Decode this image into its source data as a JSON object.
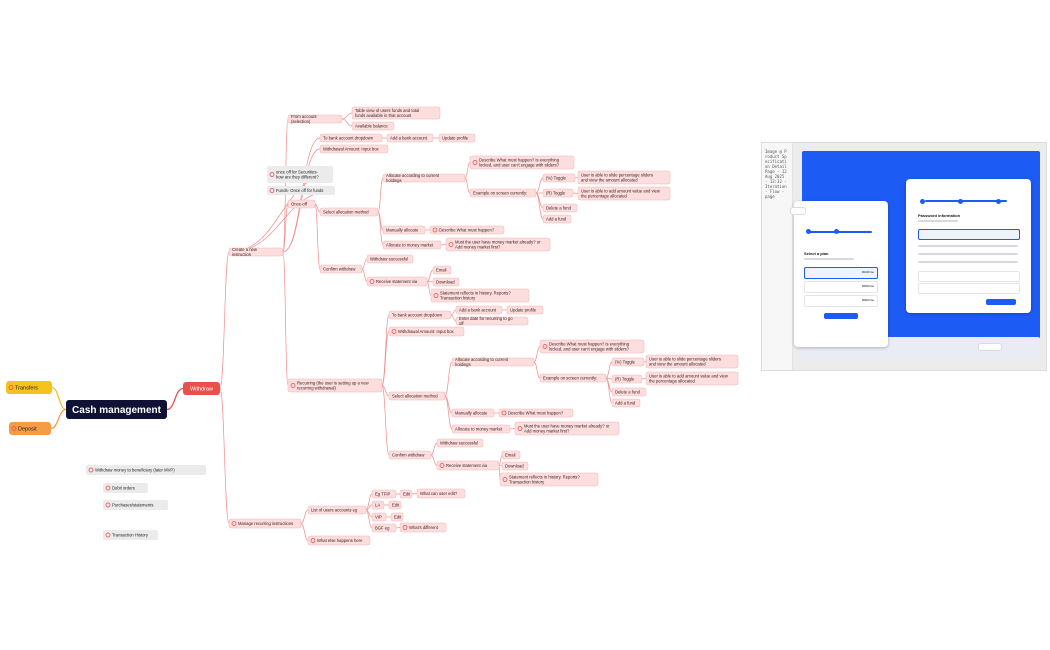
{
  "colors": {
    "pink_fill": "#fddede",
    "pink_border": "#f3b4b4",
    "link_pink": "#f08e8e",
    "gray_fill": "#ebebeb",
    "central_fill": "#0f1135",
    "withdraw_fill": "#e9504b",
    "transfers_fill": "#f6c21b",
    "deposit_fill": "#f59c46",
    "badge_red": "#ea4f4f",
    "thumb_blue": "#1d5bf5"
  },
  "central": {
    "label": "Cash management"
  },
  "branches": {
    "transfers": "Transfers",
    "deposit": "Deposit",
    "withdraw": "Withdraw"
  },
  "floating": [
    {
      "label": "Withdraw money to  beneficiary (later MVP)"
    },
    {
      "label": "Debit orders"
    },
    {
      "label": "Purchases/statements"
    },
    {
      "label": "Transaction History"
    }
  ],
  "nodes": {
    "create": "Create a new instruction",
    "manage": "Manage recurring instructions",
    "from_account": "From account (selection)",
    "table_view": "Table view of users funds and total funds available in that account",
    "available_balance": "Available balance",
    "to_bank": "To bank account dropdown",
    "add_bank": "Add a bank account",
    "update_profile": "Update profile",
    "withdrawal_amount": "Withdrawal Amount: Input box",
    "once_off_securities": "once off for Securities- how are they different?",
    "funds_once_off": "Funds- Once off for funds",
    "once_off": "Once-off",
    "select_alloc": "Select allocation method",
    "alloc_holdings": "Allocate according to current holdings",
    "describe_must": "Describe What must happen? Is everything locked, and user can't engage with sliders?",
    "example_screen": "Example on screen currently:",
    "pct_toggle": "(%) Toggle",
    "pct_desc": "User is able to slide percentage sliders and view the amount allocated",
    "r_toggle": "(R) Toggle",
    "r_desc": "User is able to add amount value and view the percentage allocated",
    "delete_fund": "Delete a fund",
    "add_fund": "Add a fund",
    "manual": "Manually allocate",
    "describe_short": "Describe What must happen?",
    "alloc_mm": "Allocate to money market",
    "must_mm": "Must the user have money market already? or Add money market first?",
    "confirm": "Confirm withdraw",
    "withdraw_ok": "Withdraw successful",
    "receive_stmt": "Receive statement via",
    "email": "Email",
    "download": "Download",
    "stmt_history": "Statement reflects in history. Reports? Transaction history",
    "recurring": "Recurring (the user is setting up a new recurring withdrawal)",
    "enter_date": "Enter date for recurring to go off",
    "list_users": "List of users accounts eg",
    "eg_tfip": "Eg TFIP",
    "la": "LA",
    "vip": "VIP",
    "edit": "Edit",
    "what_edit": "What can user edit?",
    "bgf_eg": "BGF eg",
    "whats_diff": "What's different",
    "what_else": "What else happens here"
  },
  "preview": {
    "sidebar_text": "Image @ Product Specification Detail Page - 12 Aug 2025 - 13:32 - Iteration - Flow - page",
    "left_card": {
      "title": "Select a plan",
      "items": [
        {
          "value": "R100/mo"
        },
        {
          "value": "R600/mo"
        },
        {
          "value": "R900/mo"
        }
      ]
    },
    "right_card": {
      "title": "Password information"
    }
  }
}
